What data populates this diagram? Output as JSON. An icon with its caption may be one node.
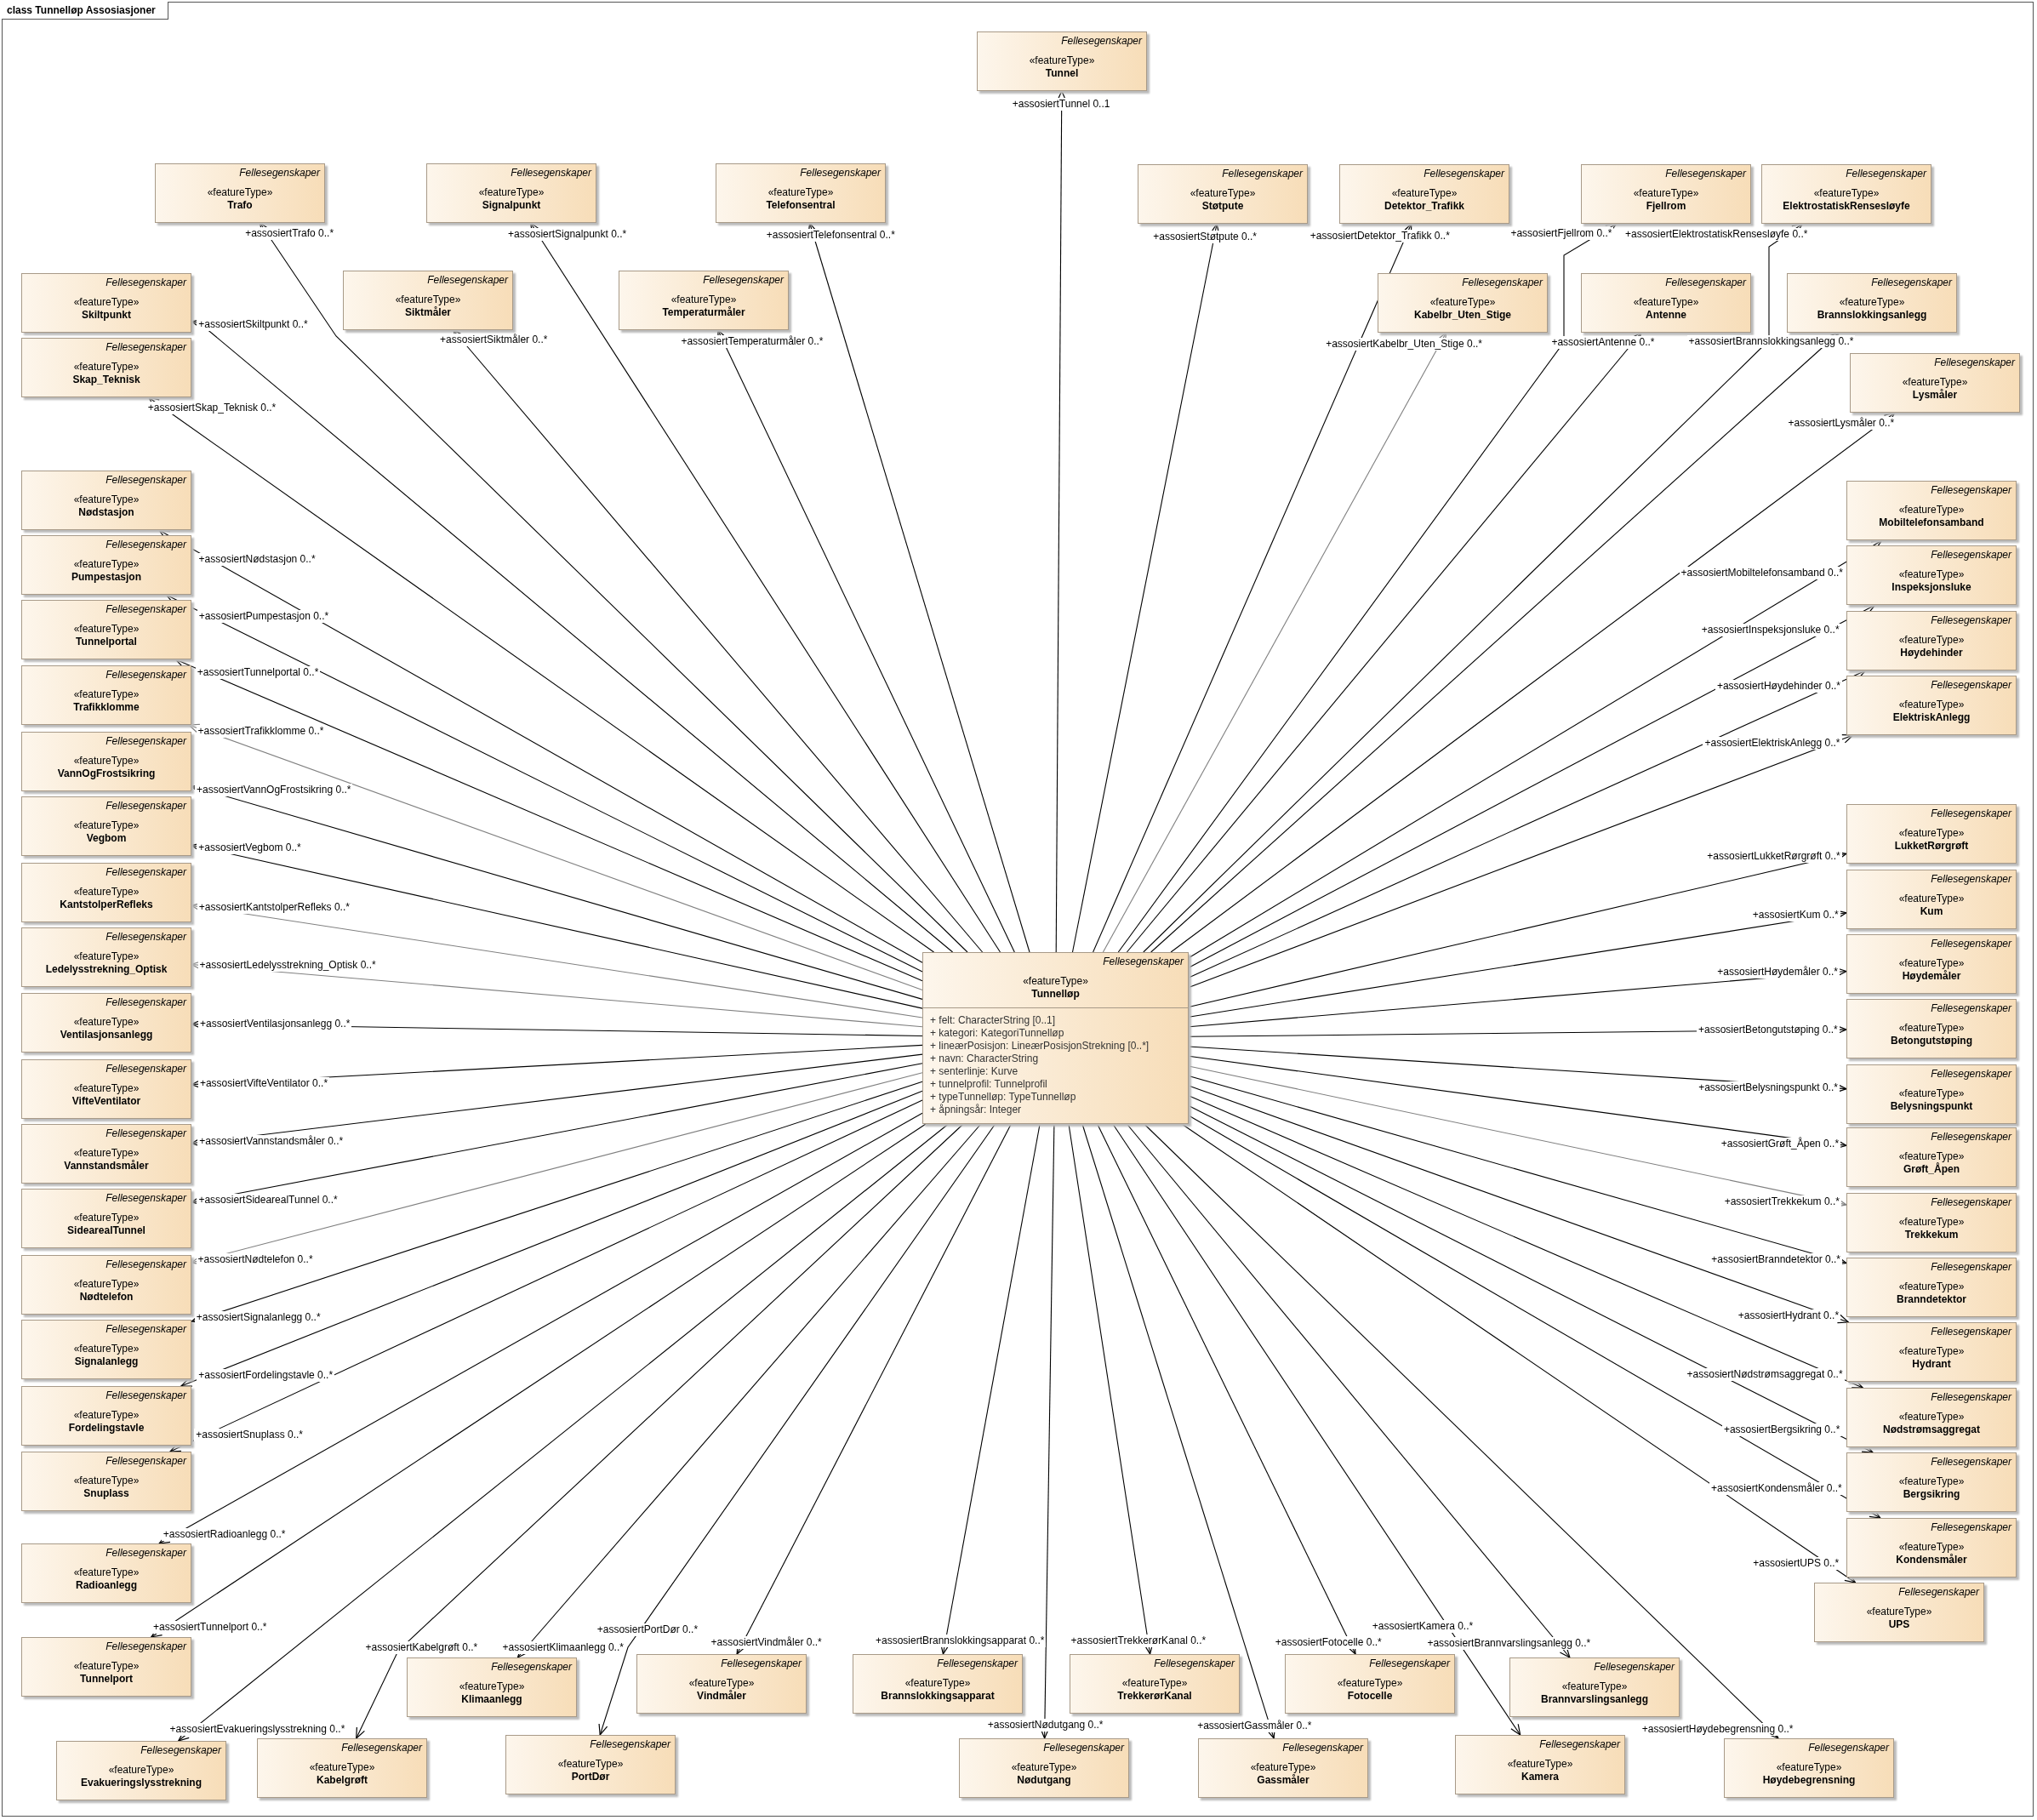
{
  "diagram": {
    "title": "class Tunnelløp Assosiasjoner",
    "nodes": [
      {
        "text": [
          "Fellesegenskaper",
          "«featureType»",
          "Tunnel"
        ]
      },
      {
        "text": [
          "Fellesegenskaper",
          "«featureType»",
          "Trafo"
        ]
      },
      {
        "text": [
          "Fellesegenskaper",
          "«featureType»",
          "Signalpunkt"
        ]
      },
      {
        "text": [
          "Fellesegenskaper",
          "«featureType»",
          "Telefonsentral"
        ]
      },
      {
        "text": [
          "Fellesegenskaper",
          "«featureType»",
          "Støtpute"
        ]
      },
      {
        "text": [
          "Fellesegenskaper",
          "«featureType»",
          "Detektor_Trafikk"
        ]
      },
      {
        "text": [
          "Fellesegenskaper",
          "«featureType»",
          "Fjellrom"
        ]
      },
      {
        "text": [
          "Fellesegenskaper",
          "«featureType»",
          "ElektrostatiskRensesløyfe"
        ]
      },
      {
        "text": [
          "Fellesegenskaper",
          "«featureType»",
          "Skiltpunkt"
        ]
      },
      {
        "text": [
          "Fellesegenskaper",
          "«featureType»",
          "Siktmåler"
        ]
      },
      {
        "text": [
          "Fellesegenskaper",
          "«featureType»",
          "Temperaturmåler"
        ]
      },
      {
        "text": [
          "Fellesegenskaper",
          "«featureType»",
          "Kabelbr_Uten_Stige"
        ]
      },
      {
        "text": [
          "Fellesegenskaper",
          "«featureType»",
          "Antenne"
        ]
      },
      {
        "text": [
          "Fellesegenskaper",
          "«featureType»",
          "Brannslokkingsanlegg"
        ]
      },
      {
        "text": [
          "Fellesegenskaper",
          "«featureType»",
          "Skap_Teknisk"
        ]
      },
      {
        "text": [
          "Fellesegenskaper",
          "«featureType»",
          "Lysmåler"
        ]
      },
      {
        "text": [
          "Fellesegenskaper",
          "«featureType»",
          "Nødstasjon"
        ]
      },
      {
        "text": [
          "Fellesegenskaper",
          "«featureType»",
          "Pumpestasjon"
        ]
      },
      {
        "text": [
          "Fellesegenskaper",
          "«featureType»",
          "Tunnelportal"
        ]
      },
      {
        "text": [
          "Fellesegenskaper",
          "«featureType»",
          "Trafikklomme"
        ]
      },
      {
        "text": [
          "Fellesegenskaper",
          "«featureType»",
          "VannOgFrostsikring"
        ]
      },
      {
        "text": [
          "Fellesegenskaper",
          "«featureType»",
          "Vegbom"
        ]
      },
      {
        "text": [
          "Fellesegenskaper",
          "«featureType»",
          "KantstolperRefleks"
        ]
      },
      {
        "text": [
          "Fellesegenskaper",
          "«featureType»",
          "Ledelysstrekning_Optisk"
        ]
      },
      {
        "text": [
          "Fellesegenskaper",
          "«featureType»",
          "Ventilasjonsanlegg"
        ]
      },
      {
        "text": [
          "Fellesegenskaper",
          "«featureType»",
          "VifteVentilator"
        ]
      },
      {
        "text": [
          "Fellesegenskaper",
          "«featureType»",
          "Vannstandsmåler"
        ]
      },
      {
        "text": [
          "Fellesegenskaper",
          "«featureType»",
          "SidearealTunnel"
        ]
      },
      {
        "text": [
          "Fellesegenskaper",
          "«featureType»",
          "Nødtelefon"
        ]
      },
      {
        "text": [
          "Fellesegenskaper",
          "«featureType»",
          "Signalanlegg"
        ]
      },
      {
        "text": [
          "Fellesegenskaper",
          "«featureType»",
          "Fordelingstavle"
        ]
      },
      {
        "text": [
          "Fellesegenskaper",
          "«featureType»",
          "Snuplass"
        ]
      },
      {
        "text": [
          "Fellesegenskaper",
          "«featureType»",
          "Radioanlegg"
        ]
      },
      {
        "text": [
          "Fellesegenskaper",
          "«featureType»",
          "Tunnelport"
        ]
      },
      {
        "text": [
          "Fellesegenskaper",
          "«featureType»",
          "Evakueringslysstrekning"
        ]
      },
      {
        "text": [
          "Fellesegenskaper",
          "«featureType»",
          "Tunnelløp",
          "+ felt: CharacterString [0..1]",
          "+ kategori: KategoriTunnelløp",
          "+ lineærPosisjon: LineærPosisjonStrekning [0..*]",
          "+ navn: CharacterString",
          "+ senterlinje: Kurve",
          "+ tunnelprofil: Tunnelprofil",
          "+ typeTunnelløp: TypeTunnelløp",
          "+ åpningsår: Integer"
        ]
      },
      {
        "text": [
          "Fellesegenskaper",
          "«featureType»",
          "Mobiltelefonsamband"
        ]
      },
      {
        "text": [
          "Fellesegenskaper",
          "«featureType»",
          "Inspeksjonsluke"
        ]
      },
      {
        "text": [
          "Fellesegenskaper",
          "«featureType»",
          "Høydehinder"
        ]
      },
      {
        "text": [
          "Fellesegenskaper",
          "«featureType»",
          "ElektriskAnlegg"
        ]
      },
      {
        "text": [
          "Fellesegenskaper",
          "«featureType»",
          "LukketRørgrøft"
        ]
      },
      {
        "text": [
          "Fellesegenskaper",
          "«featureType»",
          "Kum"
        ]
      },
      {
        "text": [
          "Fellesegenskaper",
          "«featureType»",
          "Høydemåler"
        ]
      },
      {
        "text": [
          "Fellesegenskaper",
          "«featureType»",
          "Betongutstøping"
        ]
      },
      {
        "text": [
          "Fellesegenskaper",
          "«featureType»",
          "Belysningspunkt"
        ]
      },
      {
        "text": [
          "Fellesegenskaper",
          "«featureType»",
          "Grøft_Åpen"
        ]
      },
      {
        "text": [
          "Fellesegenskaper",
          "«featureType»",
          "Trekkekum"
        ]
      },
      {
        "text": [
          "Fellesegenskaper",
          "«featureType»",
          "Branndetektor"
        ]
      },
      {
        "text": [
          "Fellesegenskaper",
          "«featureType»",
          "Hydrant"
        ]
      },
      {
        "text": [
          "Fellesegenskaper",
          "«featureType»",
          "Nødstrømsaggregat"
        ]
      },
      {
        "text": [
          "Fellesegenskaper",
          "«featureType»",
          "Bergsikring"
        ]
      },
      {
        "text": [
          "Fellesegenskaper",
          "«featureType»",
          "Kondensmåler"
        ]
      },
      {
        "text": [
          "Fellesegenskaper",
          "«featureType»",
          "UPS"
        ]
      },
      {
        "text": [
          "Fellesegenskaper",
          "«featureType»",
          "Klimaanlegg"
        ]
      },
      {
        "text": [
          "Fellesegenskaper",
          "«featureType»",
          "Vindmåler"
        ]
      },
      {
        "text": [
          "Fellesegenskaper",
          "«featureType»",
          "Brannslokkingsapparat"
        ]
      },
      {
        "text": [
          "Fellesegenskaper",
          "«featureType»",
          "TrekkerørKanal"
        ]
      },
      {
        "text": [
          "Fellesegenskaper",
          "«featureType»",
          "Fotocelle"
        ]
      },
      {
        "text": [
          "Fellesegenskaper",
          "«featureType»",
          "Brannvarslingsanlegg"
        ]
      },
      {
        "text": [
          "Fellesegenskaper",
          "«featureType»",
          "Kabelgrøft"
        ]
      },
      {
        "text": [
          "Fellesegenskaper",
          "«featureType»",
          "PortDør"
        ]
      },
      {
        "text": [
          "Fellesegenskaper",
          "«featureType»",
          "Nødutgang"
        ]
      },
      {
        "text": [
          "Fellesegenskaper",
          "«featureType»",
          "Gassmåler"
        ]
      },
      {
        "text": [
          "Fellesegenskaper",
          "«featureType»",
          "Kamera"
        ]
      },
      {
        "text": [
          "Fellesegenskaper",
          "«featureType»",
          "Høydebegrensning"
        ]
      }
    ],
    "edges": [
      {
        "from": 35,
        "to": 0,
        "arrow": "other",
        "label": "+assosiertTunnel 0..1"
      },
      {
        "from": 35,
        "to": 1,
        "arrow": "to",
        "label": "+assosiertTrafo 0..*"
      },
      {
        "from": 35,
        "to": 2,
        "arrow": "to",
        "label": "+assosiertSignalpunkt 0..*"
      },
      {
        "from": 35,
        "to": 3,
        "arrow": "to",
        "label": "+assosiertTelefonsentral 0..*"
      },
      {
        "from": 35,
        "to": 4,
        "arrow": "to",
        "label": "+assosiertStøtpute 0..*"
      },
      {
        "from": 35,
        "to": 5,
        "arrow": "to",
        "label": "+assosiertDetektor_Trafikk 0..*"
      },
      {
        "from": 35,
        "to": 6,
        "arrow": "to",
        "label": "+assosiertFjellrom 0..*"
      },
      {
        "from": 35,
        "to": 7,
        "arrow": "to",
        "label": "+assosiertElektrostatiskRensesløyfe 0..*"
      },
      {
        "from": 35,
        "to": 8,
        "arrow": "to",
        "label": "+assosiertSkiltpunkt 0..*"
      },
      {
        "from": 35,
        "to": 9,
        "arrow": "to",
        "label": "+assosiertSiktmåler 0..*"
      },
      {
        "from": 35,
        "to": 10,
        "arrow": "to",
        "label": "+assosiertTemperaturmåler 0..*"
      },
      {
        "from": 35,
        "to": 11,
        "arrow": "to",
        "label": "+assosiertKabelbr_Uten_Stige 0..*",
        "color": "#808080"
      },
      {
        "from": 35,
        "to": 12,
        "arrow": "to",
        "label": "+assosiertAntenne 0..*"
      },
      {
        "from": 35,
        "to": 13,
        "arrow": "to",
        "label": "+assosiertBrannslokkingsanlegg 0..*"
      },
      {
        "from": 35,
        "to": 14,
        "arrow": "to",
        "label": "+assosiertSkap_Teknisk 0..*"
      },
      {
        "from": 35,
        "to": 15,
        "arrow": "to",
        "label": "+assosiertLysmåler 0..*"
      },
      {
        "from": 35,
        "to": 16,
        "arrow": "to",
        "label": "+assosiertNødstasjon 0..*"
      },
      {
        "from": 35,
        "to": 17,
        "arrow": "to",
        "label": "+assosiertPumpestasjon 0..*"
      },
      {
        "from": 35,
        "to": 18,
        "arrow": "to",
        "label": "+assosiertTunnelportal 0..*"
      },
      {
        "from": 35,
        "to": 19,
        "arrow": "to",
        "label": "+assosiertTrafikklomme 0..*",
        "color": "#808080"
      },
      {
        "from": 35,
        "to": 20,
        "arrow": "to",
        "label": "+assosiertVannOgFrostsikring 0..*"
      },
      {
        "from": 35,
        "to": 21,
        "arrow": "to",
        "label": "+assosiertVegbom 0..*"
      },
      {
        "from": 35,
        "to": 22,
        "arrow": "to",
        "label": "+assosiertKantstolperRefleks 0..*",
        "color": "#808080"
      },
      {
        "from": 35,
        "to": 23,
        "arrow": "to",
        "label": "+assosiertLedelysstrekning_Optisk 0..*",
        "color": "#808080"
      },
      {
        "from": 35,
        "to": 24,
        "arrow": "to",
        "label": "+assosiertVentilasjonsanlegg 0..*"
      },
      {
        "from": 35,
        "to": 25,
        "arrow": "to",
        "label": "+assosiertVifteVentilator 0..*"
      },
      {
        "from": 35,
        "to": 26,
        "arrow": "to",
        "label": "+assosiertVannstandsmåler 0..*"
      },
      {
        "from": 35,
        "to": 27,
        "arrow": "to",
        "label": "+assosiertSidearealTunnel 0..*"
      },
      {
        "from": 35,
        "to": 28,
        "arrow": "to",
        "label": "+assosiertNødtelefon 0..*",
        "color": "#808080"
      },
      {
        "from": 35,
        "to": 29,
        "arrow": "to",
        "label": "+assosiertSignalanlegg 0..*"
      },
      {
        "from": 35,
        "to": 30,
        "arrow": "to",
        "label": "+assosiertFordelingstavle 0..*"
      },
      {
        "from": 35,
        "to": 31,
        "arrow": "to",
        "label": "+assosiertSnuplass 0..*"
      },
      {
        "from": 35,
        "to": 32,
        "arrow": "to",
        "label": "+assosiertRadioanlegg 0..*"
      },
      {
        "from": 35,
        "to": 33,
        "arrow": "to",
        "label": "+assosiertTunnelport 0..*"
      },
      {
        "from": 35,
        "to": 34,
        "arrow": "to",
        "label": "+assosiertEvakueringslysstrekning 0..*"
      },
      {
        "from": 35,
        "to": 36,
        "arrow": "to",
        "label": "+assosiertMobiltelefonsamband 0..*"
      },
      {
        "from": 35,
        "to": 37,
        "arrow": "to",
        "label": "+assosiertInspeksjonsluke 0..*"
      },
      {
        "from": 35,
        "to": 38,
        "arrow": "to",
        "label": "+assosiertHøydehinder 0..*"
      },
      {
        "from": 35,
        "to": 39,
        "arrow": "to",
        "label": "+assosiertElektriskAnlegg 0..*"
      },
      {
        "from": 35,
        "to": 40,
        "arrow": "to",
        "label": "+assosiertLukketRørgrøft 0..*"
      },
      {
        "from": 35,
        "to": 41,
        "arrow": "to",
        "label": "+assosiertKum 0..*"
      },
      {
        "from": 35,
        "to": 42,
        "arrow": "to",
        "label": "+assosiertHøydemåler 0..*"
      },
      {
        "from": 35,
        "to": 43,
        "arrow": "to",
        "label": "+assosiertBetongutstøping 0..*"
      },
      {
        "from": 35,
        "to": 44,
        "arrow": "to",
        "label": "+assosiertBelysningspunkt 0..*"
      },
      {
        "from": 35,
        "to": 45,
        "arrow": "to",
        "label": "+assosiertGrøft_Åpen 0..*"
      },
      {
        "from": 35,
        "to": 46,
        "arrow": "to",
        "label": "+assosiertTrekkekum 0..*",
        "color": "#808080"
      },
      {
        "from": 35,
        "to": 47,
        "arrow": "to",
        "label": "+assosiertBranndetektor 0..*"
      },
      {
        "from": 35,
        "to": 48,
        "arrow": "to",
        "label": "+assosiertHydrant 0..*"
      },
      {
        "from": 35,
        "to": 49,
        "arrow": "to",
        "label": "+assosiertNødstrømsaggregat 0..*"
      },
      {
        "from": 35,
        "to": 50,
        "arrow": "to",
        "label": "+assosiertBergsikring 0..*"
      },
      {
        "from": 35,
        "to": 51,
        "arrow": "to",
        "label": "+assosiertKondensmåler 0..*"
      },
      {
        "from": 35,
        "to": 52,
        "arrow": "to",
        "label": "+assosiertUPS 0..*"
      },
      {
        "from": 35,
        "to": 53,
        "arrow": "to",
        "label": "+assosiertKlimaanlegg 0..*"
      },
      {
        "from": 35,
        "to": 54,
        "arrow": "to",
        "label": "+assosiertVindmåler 0..*"
      },
      {
        "from": 35,
        "to": 55,
        "arrow": "to",
        "label": "+assosiertBrannslokkingsapparat 0..*"
      },
      {
        "from": 35,
        "to": 56,
        "arrow": "to",
        "label": "+assosiertTrekkerørKanal 0..*"
      },
      {
        "from": 35,
        "to": 57,
        "arrow": "to",
        "label": "+assosiertFotocelle 0..*"
      },
      {
        "from": 35,
        "to": 58,
        "arrow": "to",
        "label": "+assosiertBrannvarslingsanlegg 0..*"
      },
      {
        "from": 35,
        "to": 59,
        "arrow": "to",
        "label": "+assosiertKabelgrøft 0..*"
      },
      {
        "from": 35,
        "to": 60,
        "arrow": "to",
        "label": "+assosiertPortDør 0..*"
      },
      {
        "from": 35,
        "to": 61,
        "arrow": "to",
        "label": "+assosiertNødutgang 0..*"
      },
      {
        "from": 35,
        "to": 62,
        "arrow": "to",
        "label": "+assosiertGassmåler 0..*"
      },
      {
        "from": 35,
        "to": 63,
        "arrow": "to",
        "label": "+assosiertKamera 0..*"
      },
      {
        "from": 35,
        "to": 64,
        "arrow": "to",
        "label": "+assosiertHøydebegrensning 0..*"
      }
    ]
  }
}
